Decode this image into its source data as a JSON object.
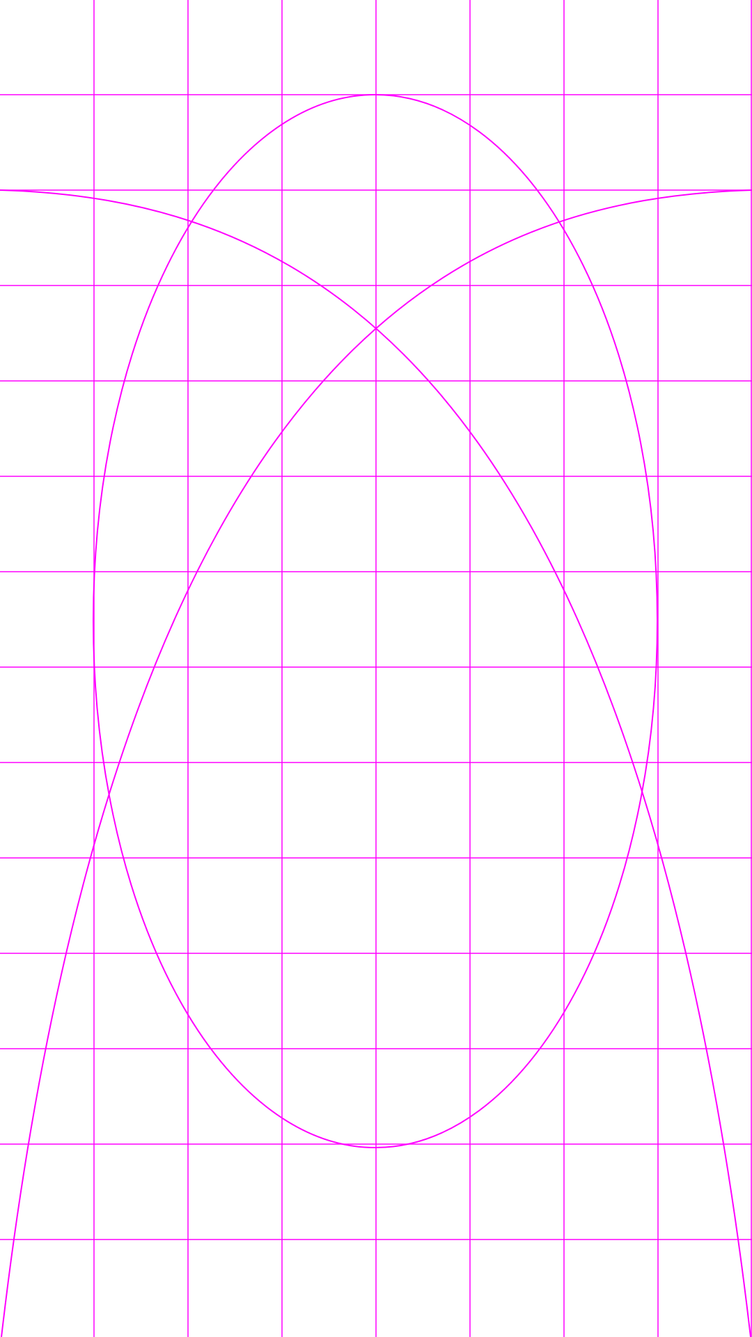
{
  "screen": {
    "description_kind": "calibration grid test pattern",
    "background_color": "#ffffff",
    "line_color": "#ff00ff"
  },
  "grid": {
    "vertical_line_count": 8,
    "horizontal_line_count": 13
  },
  "shapes": [
    {
      "name": "center-ellipse",
      "kind": "ellipse"
    },
    {
      "name": "left-arc",
      "kind": "arc"
    },
    {
      "name": "right-arc",
      "kind": "arc"
    }
  ]
}
